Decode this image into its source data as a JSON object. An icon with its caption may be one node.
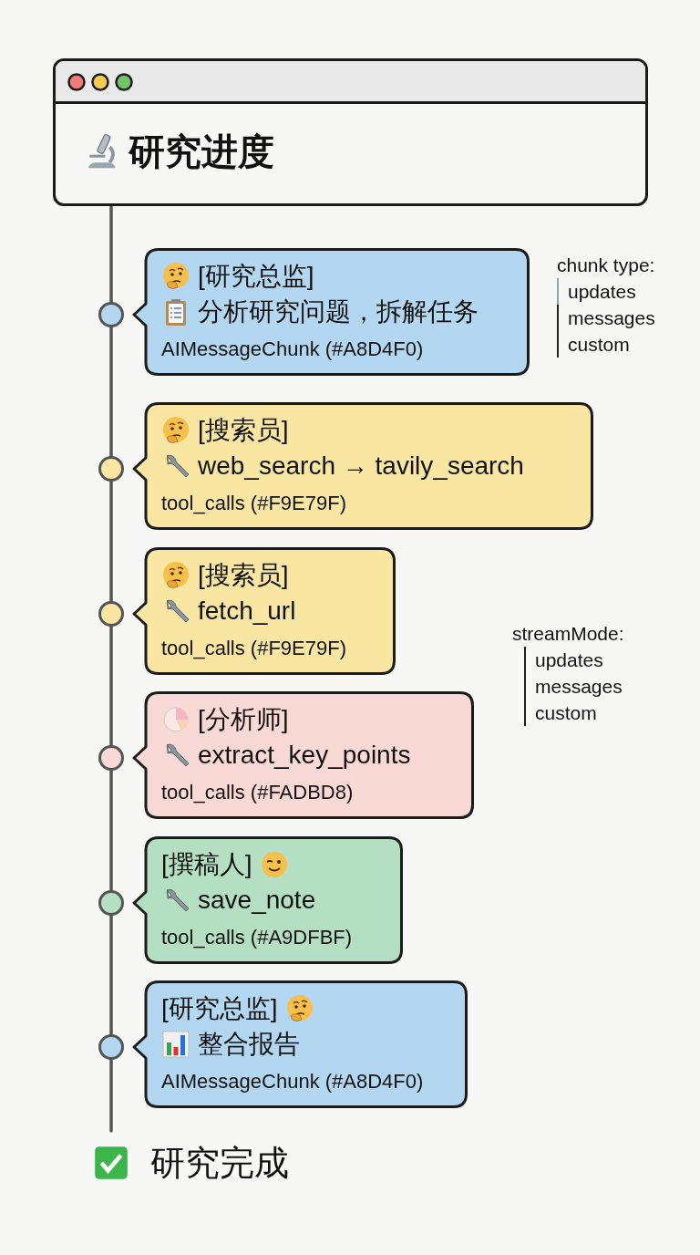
{
  "diagram": {
    "nodes": [
      {
        "text": [
          "研究进度"
        ]
      },
      {
        "text": [
          "[研究总监]",
          "分析研究问题，拆解任务",
          "AIMessageChunk (#A8D4F0)"
        ]
      },
      {
        "text": [
          "[搜索员]",
          "web_search → tavily_search",
          "tool_calls (#F9E79F)"
        ]
      },
      {
        "text": [
          "[搜索员]",
          "fetch_url",
          "tool_calls (#F9E79F)"
        ]
      },
      {
        "text": [
          "[分析师]",
          "extract_key_points",
          "tool_calls (#FADBD8)"
        ]
      },
      {
        "text": [
          "[撰稿人]",
          "save_note",
          "tool_calls (#A9DFBF)"
        ]
      },
      {
        "text": [
          "[研究总监]",
          "整合报告",
          "AIMessageChunk (#A8D4F0)"
        ]
      }
    ],
    "labels": [
      "chunk type:",
      "updates",
      "messages",
      "custom",
      "streamMode:",
      "updates",
      "messages",
      "custom",
      "研究完成"
    ]
  }
}
